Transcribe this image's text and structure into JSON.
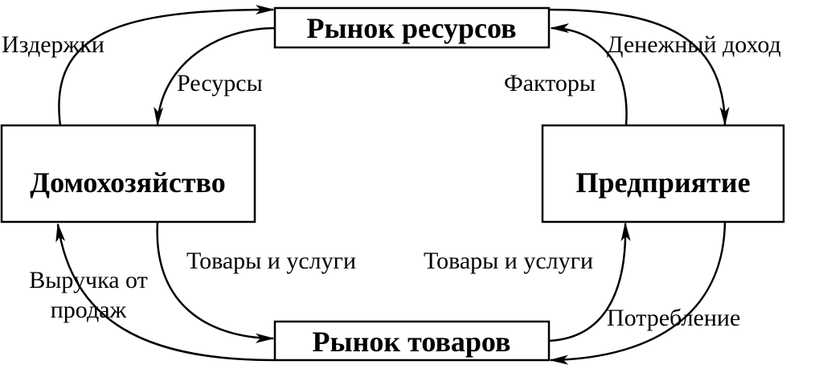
{
  "nodes": {
    "resource_market": "Рынок ресурсов",
    "household": "Домохозяйство",
    "enterprise": "Предприятие",
    "goods_market": "Рынок товаров"
  },
  "flows": {
    "costs": "Издержки",
    "resources": "Ресурсы",
    "factors": "Факторы",
    "money_income": "Денежный доход",
    "goods_services_left": "Товары и услуги",
    "goods_services_right": "Товары и услуги",
    "sales_revenue_line1": "Выручка от",
    "sales_revenue_line2": "продаж",
    "consumption": "Потребление"
  }
}
